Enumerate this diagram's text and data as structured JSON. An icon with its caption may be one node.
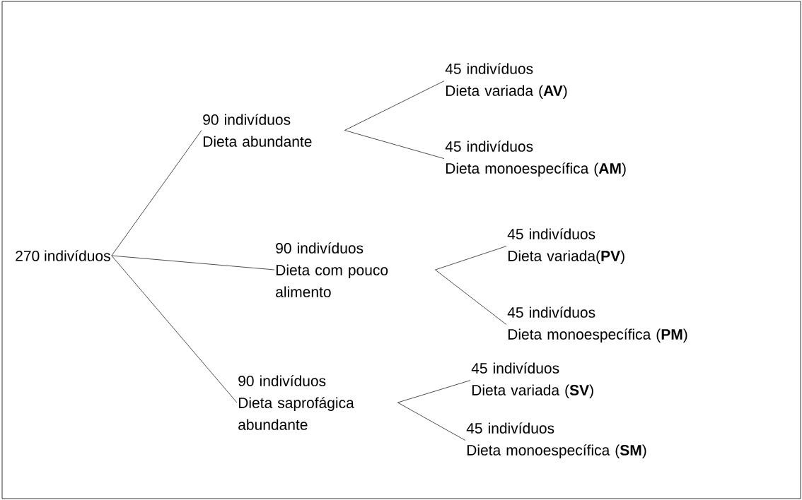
{
  "diagram": {
    "nodes": [
      {
        "text": [
          "270 indivíduos"
        ]
      },
      {
        "text": [
          "90 indivíduos",
          "Dieta abundante"
        ]
      },
      {
        "text": [
          "90 indivíduos",
          "Dieta com pouco alimento"
        ]
      },
      {
        "text": [
          "90 indivíduos",
          "Dieta saprofágica abundante"
        ]
      },
      {
        "text": [
          "45 indivíduos",
          "Dieta variada (**AV**)"
        ]
      },
      {
        "text": [
          "45 indivíduos",
          "Dieta monoespecífica (**AM**)"
        ]
      },
      {
        "text": [
          "45 indivíduos",
          "Dieta variada(**PV**)"
        ]
      },
      {
        "text": [
          "45 indivíduos",
          "Dieta monoespecífica (**PM**)"
        ]
      },
      {
        "text": [
          "45 indivíduos",
          "Dieta variada (**SV**)"
        ]
      },
      {
        "text": [
          "45 indivíduos",
          "Dieta monoespecífica (**SM**)"
        ]
      }
    ],
    "edges": [
      {
        "from": 0,
        "to": 1,
        "arrow": "none"
      },
      {
        "from": 0,
        "to": 2,
        "arrow": "none"
      },
      {
        "from": 0,
        "to": 3,
        "arrow": "none"
      },
      {
        "from": 1,
        "to": 4,
        "arrow": "none"
      },
      {
        "from": 1,
        "to": 5,
        "arrow": "none"
      },
      {
        "from": 2,
        "to": 6,
        "arrow": "none"
      },
      {
        "from": 2,
        "to": 7,
        "arrow": "none"
      },
      {
        "from": 3,
        "to": 8,
        "arrow": "none"
      },
      {
        "from": 3,
        "to": 9,
        "arrow": "none"
      }
    ]
  }
}
